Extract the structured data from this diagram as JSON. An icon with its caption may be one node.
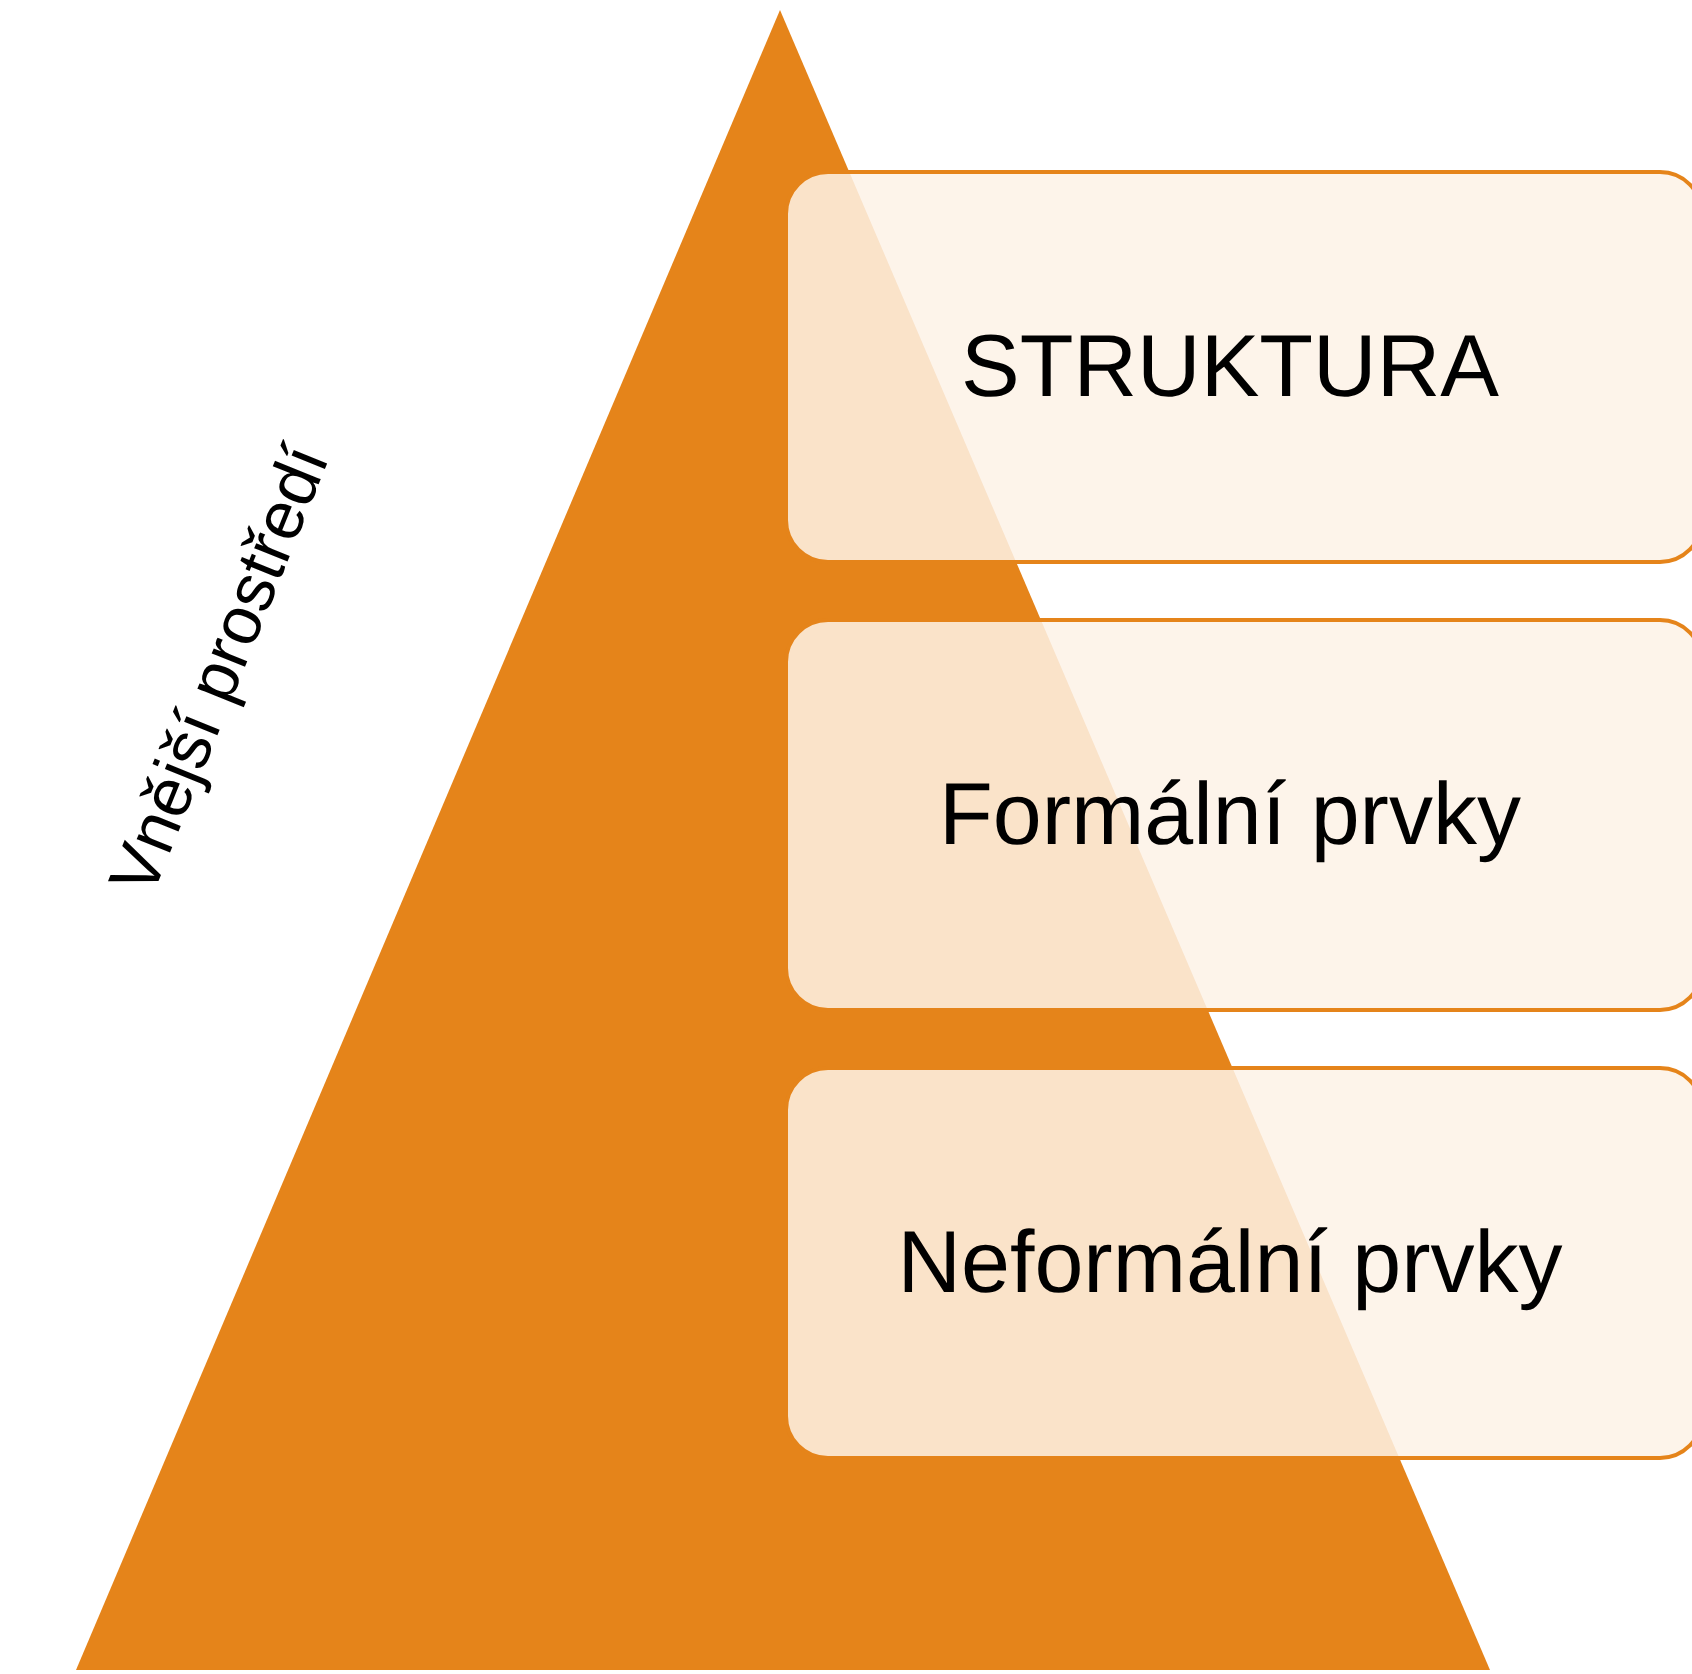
{
  "diagram": {
    "nodes": [
      {
        "text": [
          "Vnější prostředí"
        ]
      },
      {
        "text": [
          "STRUKTURA"
        ]
      },
      {
        "text": [
          "Formální prvky"
        ]
      },
      {
        "text": [
          "Neformální prvky"
        ]
      }
    ]
  }
}
